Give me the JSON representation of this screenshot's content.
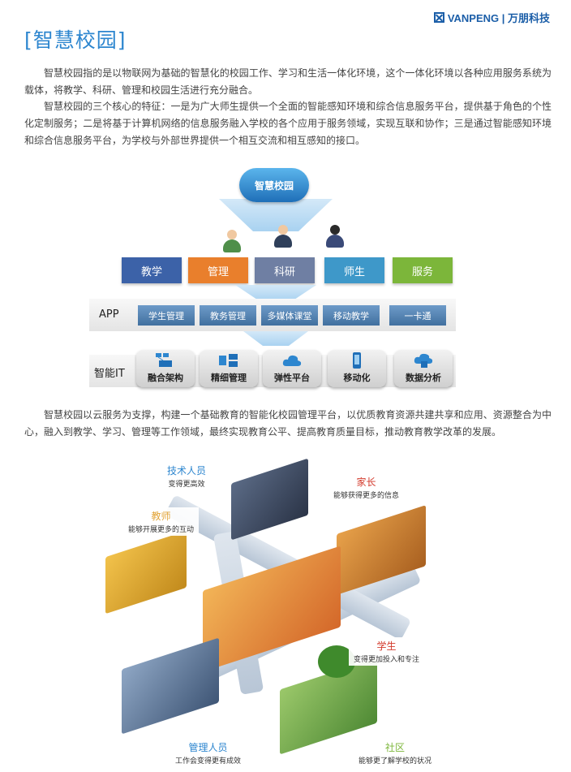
{
  "brand": {
    "text": "VANPENG | 万朋科技"
  },
  "page_title": "[智慧校园]",
  "paragraphs": {
    "p1": "智慧校园指的是以物联网为基础的智慧化的校园工作、学习和生活一体化环境，这个一体化环境以各种应用服务系统为载体，将教学、科研、管理和校园生活进行充分融合。",
    "p2": "智慧校园的三个核心的特征：一是为广大师生提供一个全面的智能感知环境和综合信息服务平台，提供基于角色的个性化定制服务；二是将基于计算机网络的信息服务融入学校的各个应用于服务领域，实现互联和协作；三是通过智能感知环境和综合信息服务平台，为学校与外部世界提供一个相互交流和相互感知的接口。",
    "p3": "智慧校园以云服务为支撑，构建一个基础教育的智能化校园管理平台，以优质教育资源共建共享和应用、资源整合为中心，融入到教学、学习、管理等工作领域，最终实现教育公平、提高教育质量目标，推动教育教学改革的发展。"
  },
  "diagram": {
    "cloud_label": "智慧校园",
    "roles": [
      {
        "label": "教学",
        "color": "#3c62a8"
      },
      {
        "label": "管理",
        "color": "#e97f2c"
      },
      {
        "label": "科研",
        "color": "#6f7fa3"
      },
      {
        "label": "师生",
        "color": "#3e98c9"
      },
      {
        "label": "服务",
        "color": "#7cb63a"
      }
    ],
    "app_label": "APP",
    "apps": [
      "学生管理",
      "教务管理",
      "多媒体课堂",
      "移动教学",
      "一卡通"
    ],
    "it_label": "智能IT",
    "it_items": [
      {
        "label": "融合架构",
        "icon": "server-network-icon"
      },
      {
        "label": "精细管理",
        "icon": "management-icon"
      },
      {
        "label": "弹性平台",
        "icon": "cloud-icon"
      },
      {
        "label": "移动化",
        "icon": "mobile-icon"
      },
      {
        "label": "数据分析",
        "icon": "cloud-database-icon"
      }
    ]
  },
  "illustration": {
    "captions": {
      "tech": {
        "title": "技术人员",
        "sub": "变得更高效",
        "color": "#2d86cf"
      },
      "parent": {
        "title": "家长",
        "sub": "能够获得更多的信息",
        "color": "#d33a2c"
      },
      "teacher": {
        "title": "教师",
        "sub": "能够开展更多的互动",
        "color": "#e2a437"
      },
      "student": {
        "title": "学生",
        "sub": "变得更加投入和专注",
        "color": "#d33a2c"
      },
      "admin": {
        "title": "管理人员",
        "sub": "工作会变得更有成效",
        "color": "#2d86cf"
      },
      "community": {
        "title": "社区",
        "sub": "能够更了解学校的状况",
        "color": "#7cb63a"
      }
    }
  }
}
